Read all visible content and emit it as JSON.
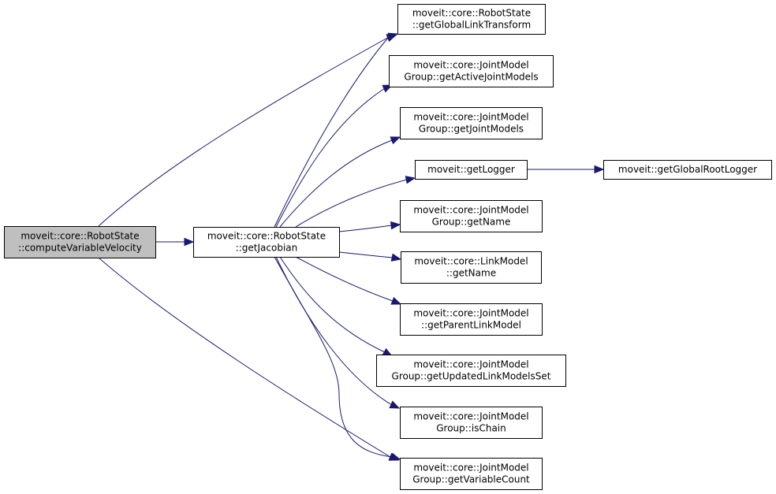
{
  "diagram": {
    "type": "call-graph",
    "colors": {
      "edge": "#191970",
      "root_fill": "#bfbfbf",
      "node_fill": "#ffffff",
      "border": "#000000"
    },
    "nodes": [
      {
        "id": "root",
        "lines": [
          "moveit::core::RobotState",
          "::computeVariableVelocity"
        ],
        "highlighted": true
      },
      {
        "id": "getJacobian",
        "lines": [
          "moveit::core::RobotState",
          "::getJacobian"
        ]
      },
      {
        "id": "getGlobalLinkTransform",
        "lines": [
          "moveit::core::RobotState",
          "::getGlobalLinkTransform"
        ]
      },
      {
        "id": "getActiveJointModels",
        "lines": [
          "moveit::core::JointModel",
          "Group::getActiveJointModels"
        ]
      },
      {
        "id": "getJointModels",
        "lines": [
          "moveit::core::JointModel",
          "Group::getJointModels"
        ]
      },
      {
        "id": "getLogger",
        "lines": [
          "moveit::getLogger"
        ]
      },
      {
        "id": "getGlobalRootLogger",
        "lines": [
          "moveit::getGlobalRootLogger"
        ]
      },
      {
        "id": "jmgGetName",
        "lines": [
          "moveit::core::JointModel",
          "Group::getName"
        ]
      },
      {
        "id": "linkGetName",
        "lines": [
          "moveit::core::LinkModel",
          "::getName"
        ]
      },
      {
        "id": "getParentLinkModel",
        "lines": [
          "moveit::core::JointModel",
          "::getParentLinkModel"
        ]
      },
      {
        "id": "getUpdatedLinkModelsSet",
        "lines": [
          "moveit::core::JointModel",
          "Group::getUpdatedLinkModelsSet"
        ]
      },
      {
        "id": "isChain",
        "lines": [
          "moveit::core::JointModel",
          "Group::isChain"
        ]
      },
      {
        "id": "getVariableCount",
        "lines": [
          "moveit::core::JointModel",
          "Group::getVariableCount"
        ]
      }
    ],
    "edges": [
      {
        "from": "root",
        "to": "getJacobian"
      },
      {
        "from": "root",
        "to": "getGlobalLinkTransform"
      },
      {
        "from": "root",
        "to": "getVariableCount"
      },
      {
        "from": "getJacobian",
        "to": "getGlobalLinkTransform"
      },
      {
        "from": "getJacobian",
        "to": "getActiveJointModels"
      },
      {
        "from": "getJacobian",
        "to": "getJointModels"
      },
      {
        "from": "getJacobian",
        "to": "getLogger"
      },
      {
        "from": "getJacobian",
        "to": "jmgGetName"
      },
      {
        "from": "getJacobian",
        "to": "linkGetName"
      },
      {
        "from": "getJacobian",
        "to": "getParentLinkModel"
      },
      {
        "from": "getJacobian",
        "to": "getUpdatedLinkModelsSet"
      },
      {
        "from": "getJacobian",
        "to": "isChain"
      },
      {
        "from": "getJacobian",
        "to": "getVariableCount"
      },
      {
        "from": "getLogger",
        "to": "getGlobalRootLogger"
      }
    ]
  }
}
